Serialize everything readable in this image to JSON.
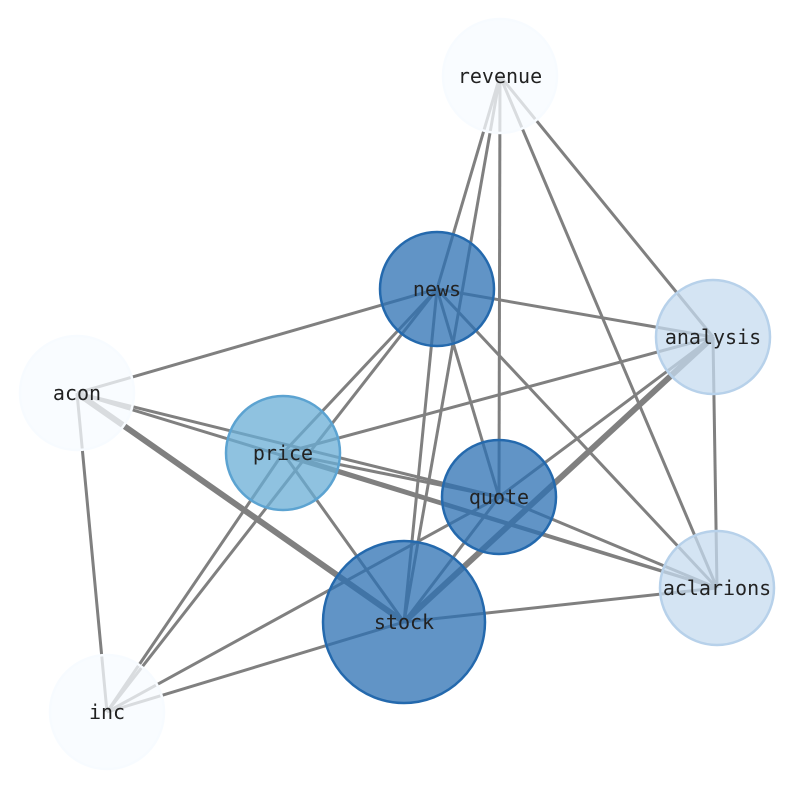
{
  "graph": {
    "nodes": [
      {
        "id": "revenue",
        "label": "revenue",
        "color": "#f7fbff",
        "stroke": "#f7fbff",
        "size": "small"
      },
      {
        "id": "news",
        "label": "news",
        "color": "#2c70b3",
        "stroke": "#2469ad",
        "size": "small"
      },
      {
        "id": "analysis",
        "label": "analysis",
        "color": "#c6dbef",
        "stroke": "#b7d1ea",
        "size": "small"
      },
      {
        "id": "acon",
        "label": "acon",
        "color": "#f7fbff",
        "stroke": "#f7fbff",
        "size": "small"
      },
      {
        "id": "price",
        "label": "price",
        "color": "#6aaed6",
        "stroke": "#5ca3d1",
        "size": "small"
      },
      {
        "id": "quote",
        "label": "quote",
        "color": "#2c70b3",
        "stroke": "#2469ad",
        "size": "small"
      },
      {
        "id": "aclarions",
        "label": "aclarions",
        "color": "#c6dbef",
        "stroke": "#b7d1ea",
        "size": "small"
      },
      {
        "id": "stock",
        "label": "stock",
        "color": "#2c70b3",
        "stroke": "#2469ad",
        "size": "large"
      },
      {
        "id": "inc",
        "label": "inc",
        "color": "#f7fbff",
        "stroke": "#f7fbff",
        "size": "small"
      }
    ],
    "edges": [
      [
        "revenue",
        "news",
        1
      ],
      [
        "revenue",
        "stock",
        1
      ],
      [
        "revenue",
        "quote",
        1
      ],
      [
        "revenue",
        "analysis",
        1
      ],
      [
        "revenue",
        "aclarions",
        1
      ],
      [
        "news",
        "acon",
        1
      ],
      [
        "news",
        "analysis",
        1
      ],
      [
        "news",
        "price",
        1
      ],
      [
        "news",
        "inc",
        1
      ],
      [
        "news",
        "quote",
        1
      ],
      [
        "news",
        "stock",
        1
      ],
      [
        "news",
        "aclarions",
        1
      ],
      [
        "inc",
        "price",
        1
      ],
      [
        "inc",
        "acon",
        1
      ],
      [
        "inc",
        "quote",
        1
      ],
      [
        "inc",
        "stock",
        1
      ],
      [
        "acon",
        "quote",
        1
      ],
      [
        "acon",
        "aclarions",
        1
      ],
      [
        "acon",
        "stock",
        2
      ],
      [
        "price",
        "analysis",
        1
      ],
      [
        "price",
        "stock",
        1
      ],
      [
        "price",
        "quote",
        1
      ],
      [
        "price",
        "aclarions",
        1
      ],
      [
        "quote",
        "analysis",
        1
      ],
      [
        "quote",
        "stock",
        1
      ],
      [
        "quote",
        "aclarions",
        1
      ],
      [
        "stock",
        "analysis",
        2
      ],
      [
        "stock",
        "aclarions",
        1
      ],
      [
        "analysis",
        "aclarions",
        1
      ]
    ],
    "edge_color": "#808080"
  }
}
